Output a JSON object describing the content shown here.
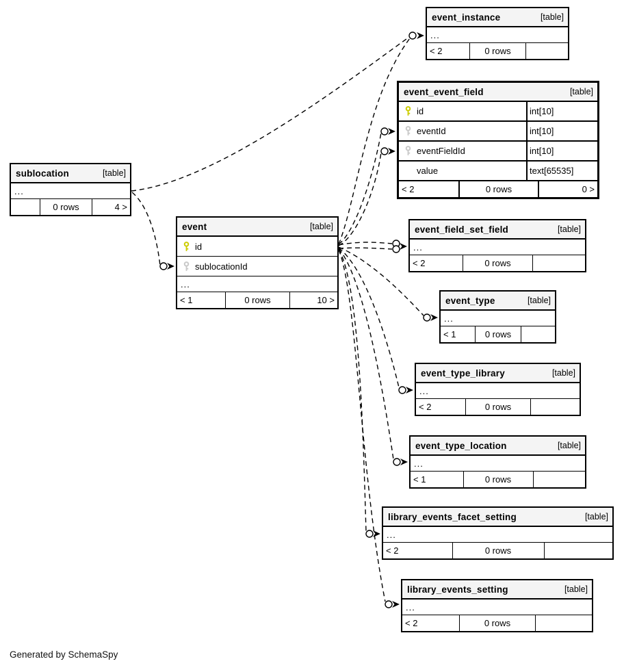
{
  "credit": "Generated by SchemaSpy",
  "colors": {
    "primary_key_icon": "#cccc00",
    "foreign_key_icon": "#c9c9c9",
    "table_header_bg": "#f4f4f4",
    "line": "#000000"
  },
  "tables": {
    "event_instance": {
      "name": "event_instance",
      "tag": "[table]",
      "columns": [
        {
          "name": "..."
        }
      ],
      "footer": {
        "left": "< 2",
        "mid": "0 rows",
        "right": ""
      }
    },
    "event_event_field": {
      "name": "event_event_field",
      "tag": "[table]",
      "columns": [
        {
          "icon": "primary-key",
          "name": "id",
          "type": "int[10]"
        },
        {
          "icon": "foreign-key",
          "name": "eventId",
          "type": "int[10]"
        },
        {
          "icon": "foreign-key",
          "name": "eventFieldId",
          "type": "int[10]"
        },
        {
          "name": "value",
          "type": "text[65535]"
        }
      ],
      "footer": {
        "left": "< 2",
        "mid": "0 rows",
        "right": "0 >"
      }
    },
    "sublocation": {
      "name": "sublocation",
      "tag": "[table]",
      "columns": [
        {
          "name": "..."
        }
      ],
      "footer": {
        "left": "",
        "mid": "0 rows",
        "right": "4 >"
      }
    },
    "event": {
      "name": "event",
      "tag": "[table]",
      "columns": [
        {
          "icon": "primary-key",
          "name": "id"
        },
        {
          "icon": "foreign-key",
          "name": "sublocationId"
        },
        {
          "name": "..."
        }
      ],
      "footer": {
        "left": "< 1",
        "mid": "0 rows",
        "right": "10 >"
      }
    },
    "event_field_set_field": {
      "name": "event_field_set_field",
      "tag": "[table]",
      "columns": [
        {
          "name": "..."
        }
      ],
      "footer": {
        "left": "< 2",
        "mid": "0 rows",
        "right": ""
      }
    },
    "event_type": {
      "name": "event_type",
      "tag": "[table]",
      "columns": [
        {
          "name": "..."
        }
      ],
      "footer": {
        "left": "< 1",
        "mid": "0 rows",
        "right": ""
      }
    },
    "event_type_library": {
      "name": "event_type_library",
      "tag": "[table]",
      "columns": [
        {
          "name": "..."
        }
      ],
      "footer": {
        "left": "< 2",
        "mid": "0 rows",
        "right": ""
      }
    },
    "event_type_location": {
      "name": "event_type_location",
      "tag": "[table]",
      "columns": [
        {
          "name": "..."
        }
      ],
      "footer": {
        "left": "< 1",
        "mid": "0 rows",
        "right": ""
      }
    },
    "library_events_facet_setting": {
      "name": "library_events_facet_setting",
      "tag": "[table]",
      "columns": [
        {
          "name": "..."
        }
      ],
      "footer": {
        "left": "< 2",
        "mid": "0 rows",
        "right": ""
      }
    },
    "library_events_setting": {
      "name": "library_events_setting",
      "tag": "[table]",
      "columns": [
        {
          "name": "..."
        }
      ],
      "footer": {
        "left": "< 2",
        "mid": "0 rows",
        "right": ""
      }
    }
  },
  "relationships": [
    {
      "from": "sublocation",
      "to": "event_instance"
    },
    {
      "from": "event",
      "to": "event_instance"
    },
    {
      "from": "sublocation",
      "to": "event.sublocationId"
    },
    {
      "from": "event",
      "to": "event_event_field.eventId"
    },
    {
      "from": "event",
      "to": "event_event_field.eventFieldId"
    },
    {
      "from": "event",
      "to": "event_field_set_field"
    },
    {
      "from": "event",
      "to": "event_field_set_field"
    },
    {
      "from": "event",
      "to": "event_type"
    },
    {
      "from": "event",
      "to": "event_type_library"
    },
    {
      "from": "event",
      "to": "event_type_location"
    },
    {
      "from": "event",
      "to": "library_events_facet_setting"
    },
    {
      "from": "event",
      "to": "library_events_setting"
    }
  ]
}
